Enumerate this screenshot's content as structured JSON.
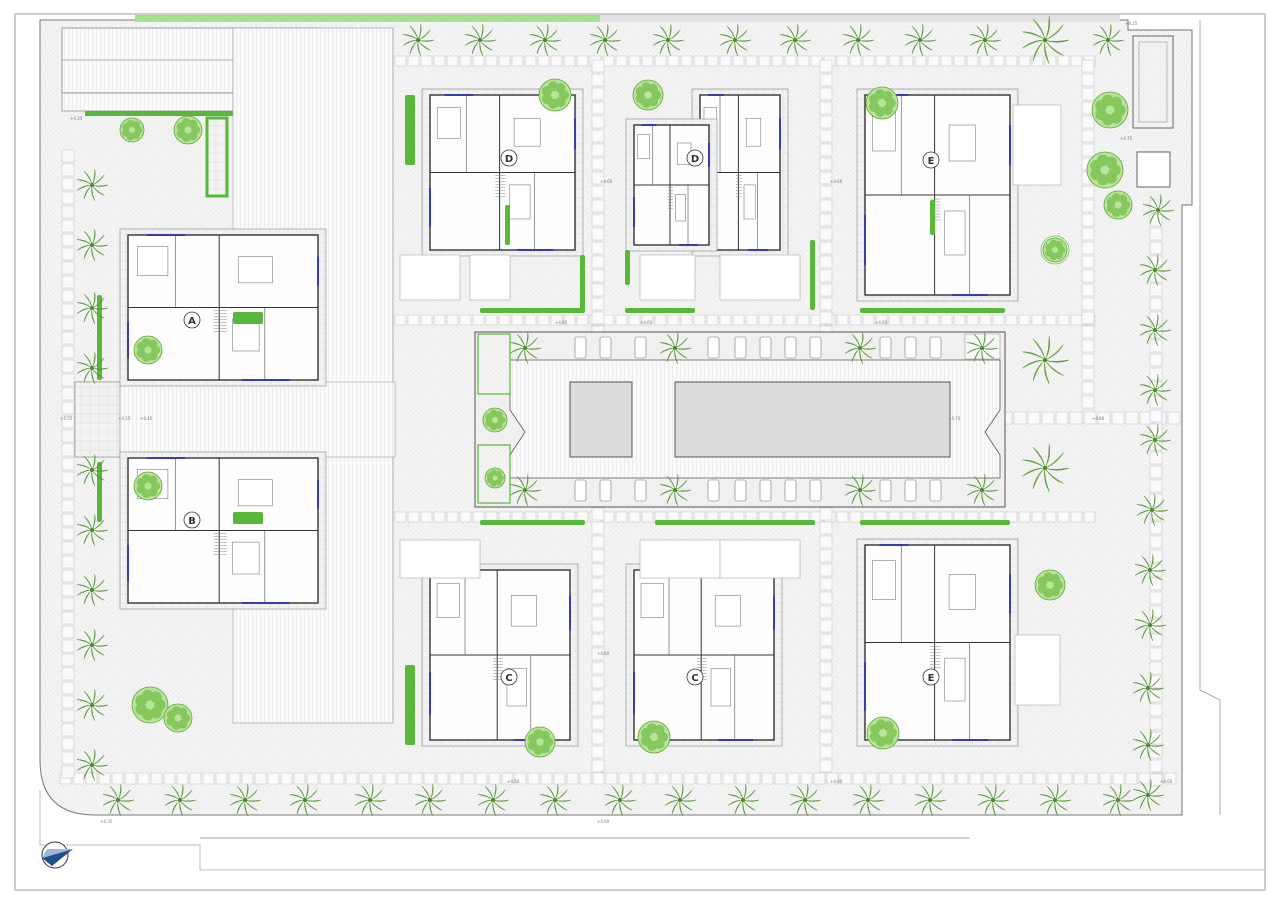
{
  "colors": {
    "line": "#555555",
    "paving": "#ececec",
    "lawn": "#8bd46a",
    "hedge": "#59b83a",
    "tree": "#7cc04a",
    "pool": "#dcdcdc",
    "window": "#3b3bb0"
  },
  "icons": {
    "palm": "palm-tree-icon",
    "tree": "round-tree-icon",
    "north": "north-arrow-icon"
  },
  "blocks": [
    {
      "id": "block-a",
      "label": "A"
    },
    {
      "id": "block-b",
      "label": "B"
    },
    {
      "id": "block-c1",
      "label": "C"
    },
    {
      "id": "block-c2",
      "label": "C"
    },
    {
      "id": "block-d1",
      "label": "D"
    },
    {
      "id": "block-d2",
      "label": "D"
    },
    {
      "id": "block-e1",
      "label": "E"
    },
    {
      "id": "block-e2",
      "label": "E"
    }
  ],
  "levels": {
    "l1": "+4.35",
    "l2": "+4.60",
    "l3": "+4.75",
    "l4": "+4.70",
    "l5": "+4.55",
    "l6": "+4.25",
    "l7": "+4.40"
  }
}
